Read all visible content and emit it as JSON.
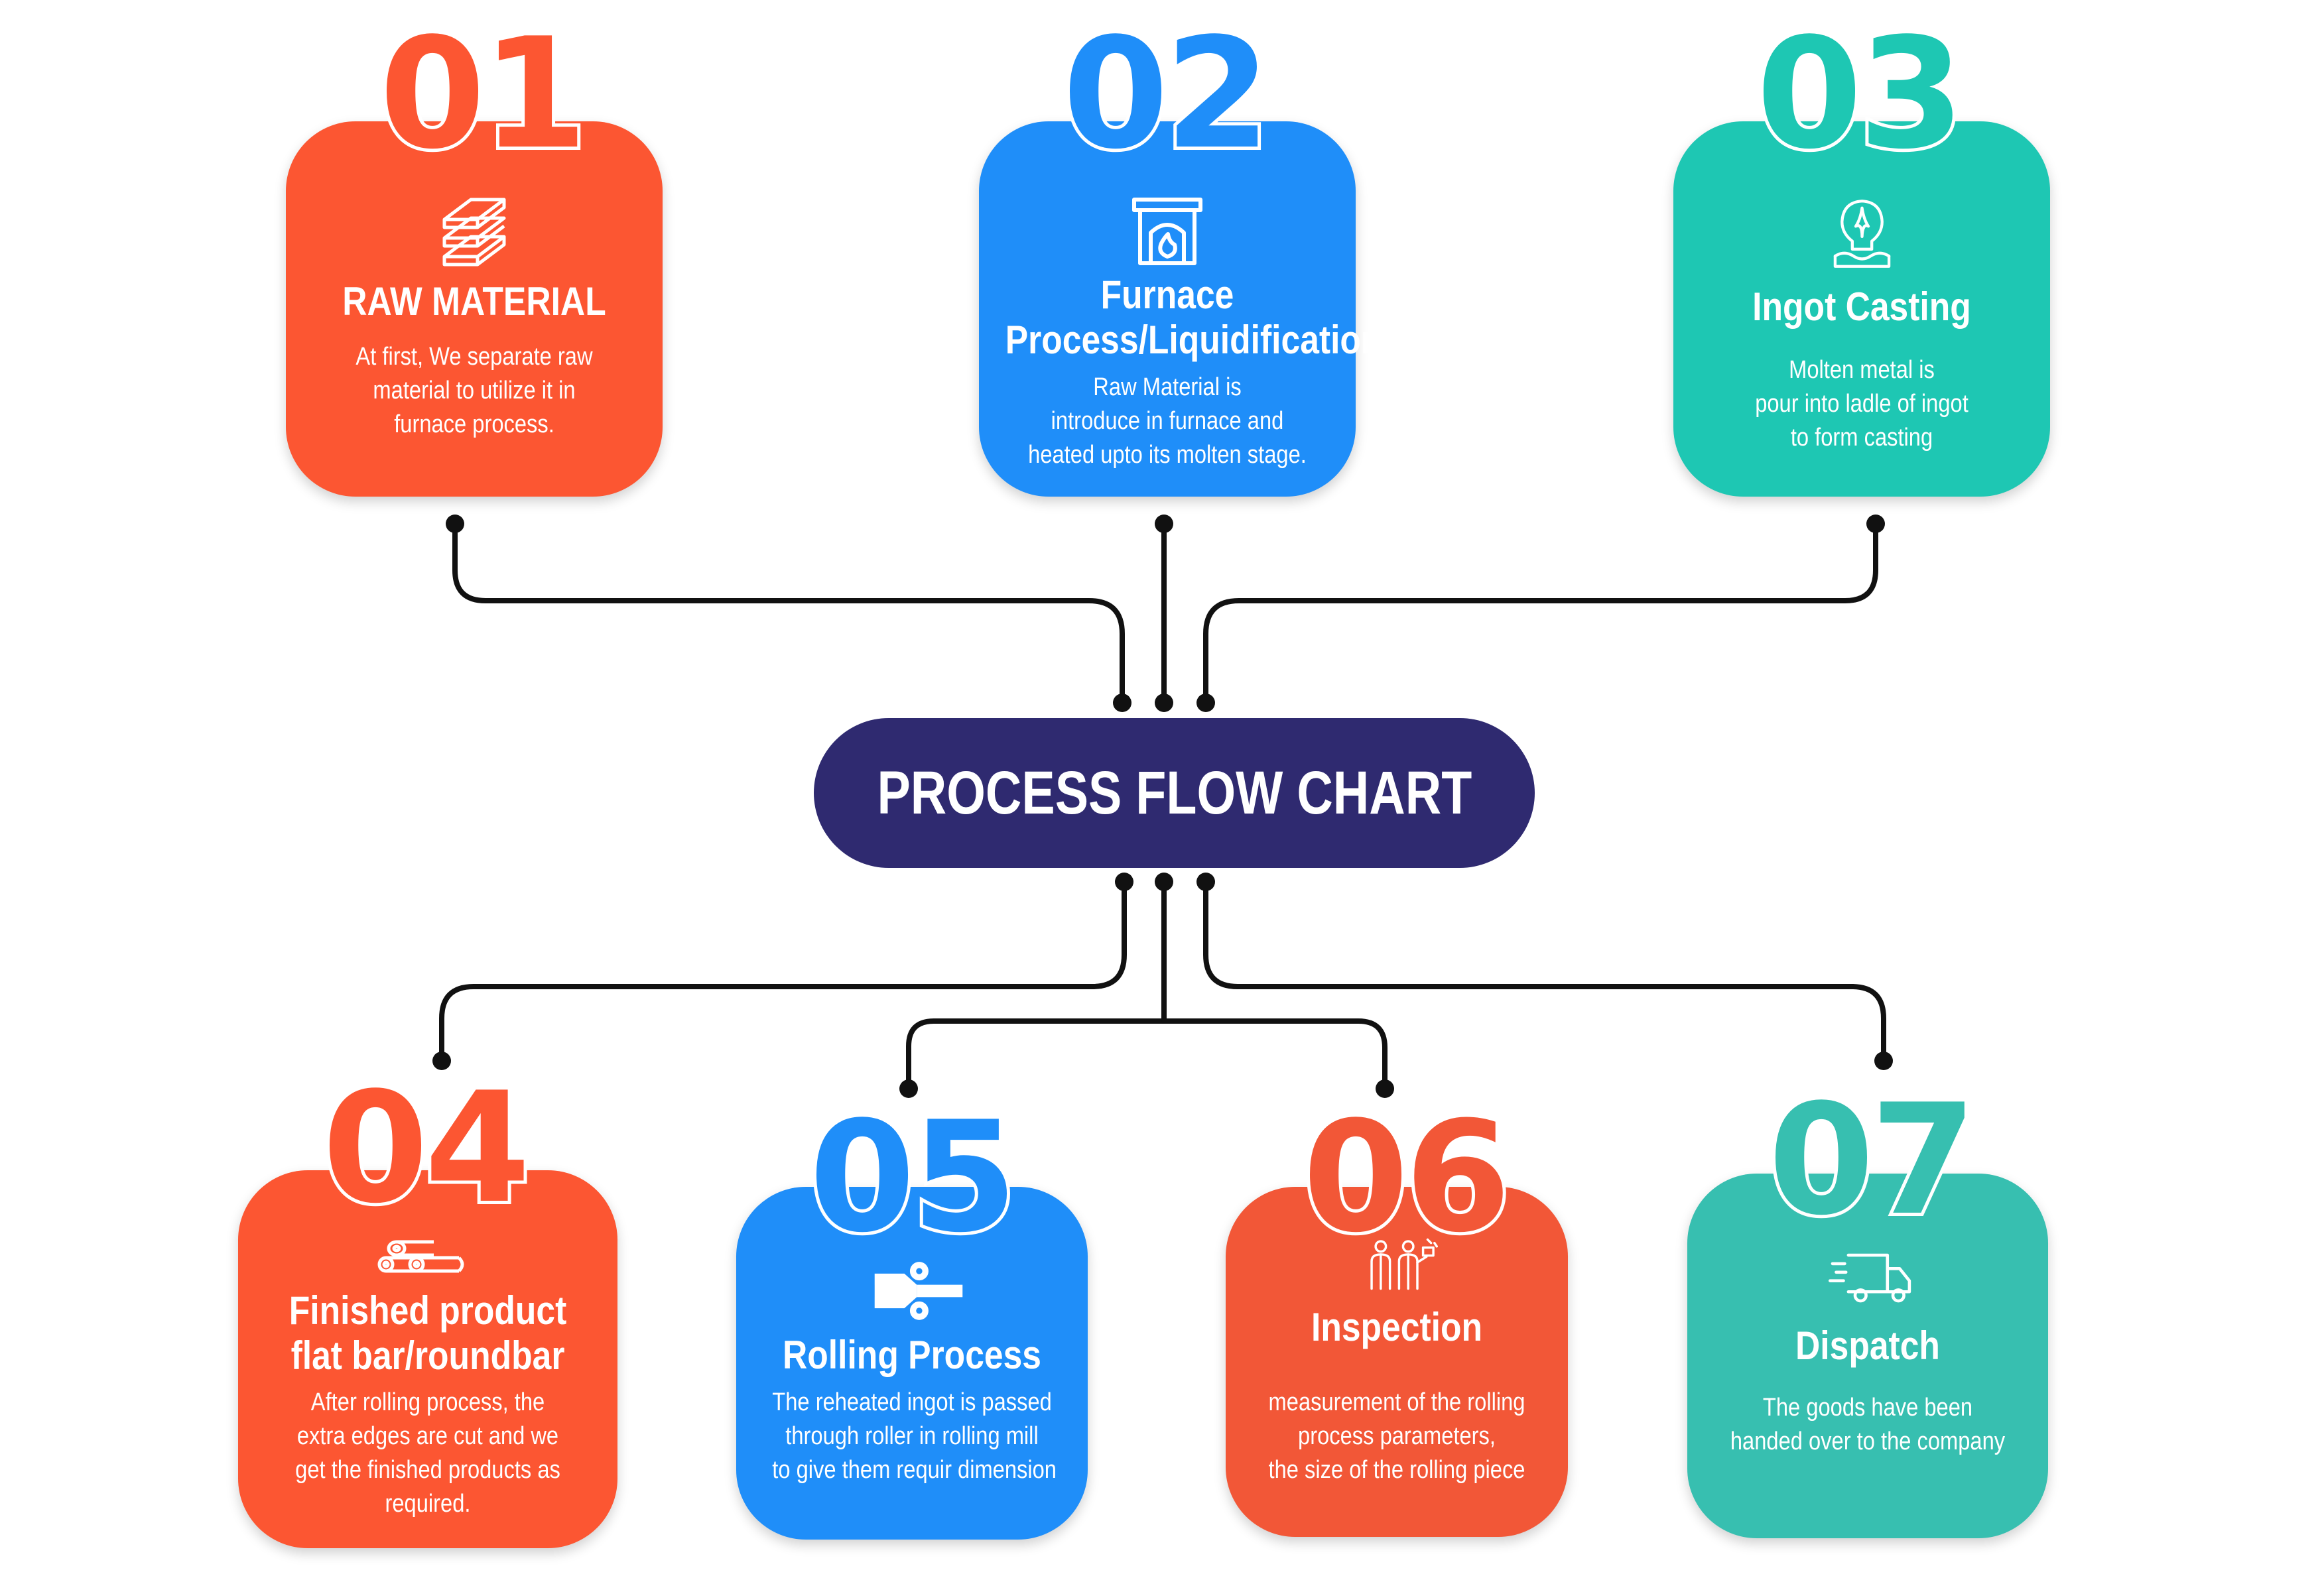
{
  "colors": {
    "orange": "#fc5632",
    "blue": "#1f8ef9",
    "teal": "#1ec7b3",
    "teal_dark": "#37bfb0",
    "orange_dark": "#f25737",
    "hub": "#2f2a70",
    "connector": "#111111"
  },
  "hub": {
    "title": "PROCESS FLOW CHART"
  },
  "steps": [
    {
      "number": "01",
      "icon": "metal-bars-icon",
      "title_lines": [
        "RAW MATERIAL"
      ],
      "desc_lines": [
        "At first, We separate raw",
        "material to utilize it in",
        "furnace process."
      ]
    },
    {
      "number": "02",
      "icon": "furnace-fireplace-icon",
      "title_lines": [
        "Furnace",
        "Process/Liquidification"
      ],
      "desc_lines": [
        "Raw Material is",
        "introduce in furnace and",
        "heated upto its molten stage."
      ]
    },
    {
      "number": "03",
      "icon": "molten-metal-drop-icon",
      "title_lines": [
        "Ingot Casting"
      ],
      "desc_lines": [
        "Molten metal is",
        "pour into ladle of ingot",
        "to form casting"
      ]
    },
    {
      "number": "04",
      "icon": "round-bars-icon",
      "title_lines": [
        "Finished product",
        "flat bar/roundbar"
      ],
      "desc_lines": [
        "After rolling process, the",
        "extra edges are cut and we",
        "get the finished products as",
        "required."
      ]
    },
    {
      "number": "05",
      "icon": "rolling-mill-icon",
      "title_lines": [
        "Rolling Process"
      ],
      "desc_lines": [
        "The reheated ingot is passed",
        "through roller in rolling mill",
        "to give them requir dimension"
      ]
    },
    {
      "number": "06",
      "icon": "inspectors-icon",
      "title_lines": [
        "Inspection"
      ],
      "desc_lines": [
        "measurement of the rolling",
        "process parameters,",
        "the size of the rolling piece"
      ]
    },
    {
      "number": "07",
      "icon": "delivery-truck-icon",
      "title_lines": [
        "Dispatch"
      ],
      "desc_lines": [
        "The goods have been",
        "handed over to the company"
      ]
    }
  ]
}
